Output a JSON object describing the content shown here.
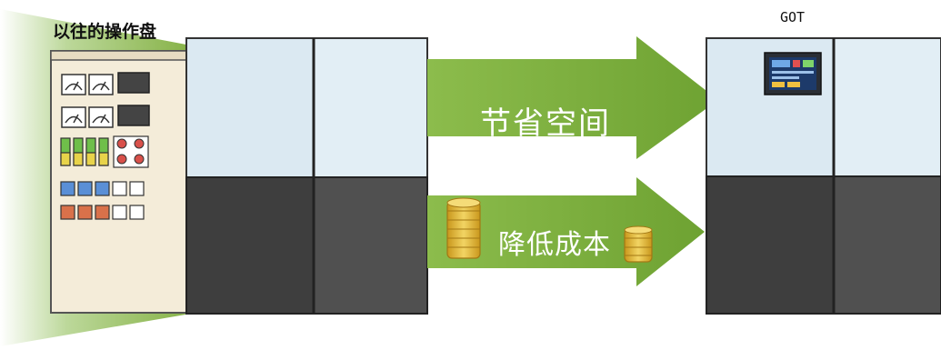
{
  "labels": {
    "old_panel": "以往的操作盘",
    "got": "GOT",
    "save_space": "节省空间",
    "reduce_cost": "降低成本"
  },
  "colors": {
    "arrow_green": "#77a93a",
    "cabinet_light": "#dbe9f2",
    "cabinet_dark": "#3e3e3e",
    "coin_gold": "#e2b93b",
    "old_panel_body": "#f4ecd9"
  }
}
